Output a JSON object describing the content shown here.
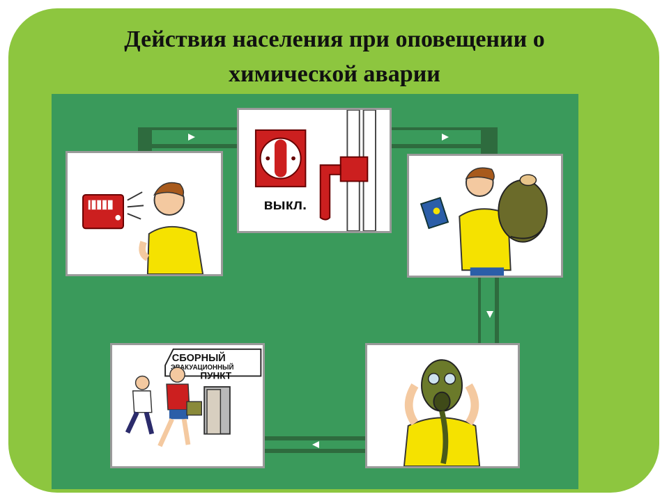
{
  "title_line1": "Действия населения при оповещении о",
  "title_line2": "химической аварии",
  "cards": {
    "switch_label": "выкл.",
    "evac_sign": {
      "line1": "СБОРНЫЙ",
      "line2": "ЭВАКУАЦИОННЫЙ",
      "line3": "ПУНКТ"
    }
  },
  "colors": {
    "frame": "#8dc63f",
    "board": "#3a9a5b",
    "track": "#2e6b3e",
    "accent_red": "#cc1f1f",
    "shirt_yellow": "#f5e200"
  },
  "icons": [
    "radio-icon",
    "power-switch-icon",
    "gas-mask-icon",
    "door-icon"
  ]
}
